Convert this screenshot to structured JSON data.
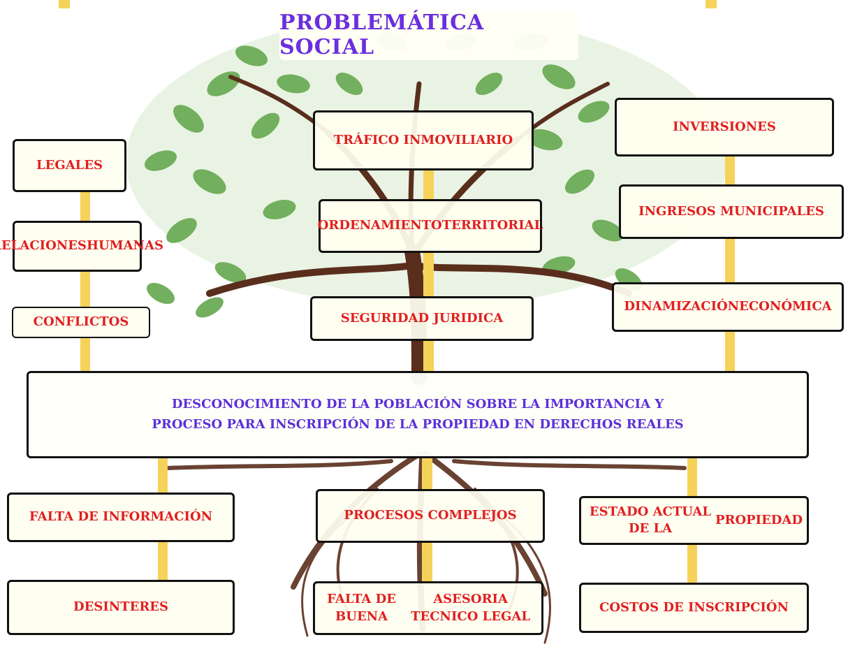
{
  "title": "PROBLEMÁTICA  SOCIAL",
  "left_branch": [
    "LEGALES",
    [
      "RELACIONES",
      "HUMANAS"
    ],
    "CONFLICTOS"
  ],
  "center_branch": [
    "TRÁFICO INMOVILIARIO",
    [
      "ORDENAMIENTO",
      "TERRITORIAL"
    ],
    "SEGURIDAD JURIDICA"
  ],
  "right_branch": [
    "INVERSIONES",
    "INGRESOS  MUNICIPALES",
    [
      "DINAMIZACIÓN",
      "ECONÓMICA"
    ]
  ],
  "core_problem": [
    "DESCONOCIMIENTO DE LA POBLACIÓN SOBRE LA IMPORTANCIA Y",
    "PROCESO PARA INSCRIPCIÓN DE LA PROPIEDAD EN DERECHOS REALES"
  ],
  "left_root": [
    "FALTA DE INFORMACIÓN",
    "DESINTERES"
  ],
  "center_root": [
    "PROCESOS COMPLEJOS",
    [
      "FALTA DE BUENA",
      "ASESORIA TECNICO LEGAL"
    ]
  ],
  "right_root": [
    [
      "ESTADO ACTUAL DE LA",
      "PROPIEDAD"
    ],
    "COSTOS DE INSCRIPCIÓN"
  ],
  "colors": {
    "effect_text": "#e02020",
    "title_text": "#6a2fe0",
    "connector": "#f5d25a",
    "leaf": "#4e9a3a",
    "trunk": "#5a2e1c"
  }
}
